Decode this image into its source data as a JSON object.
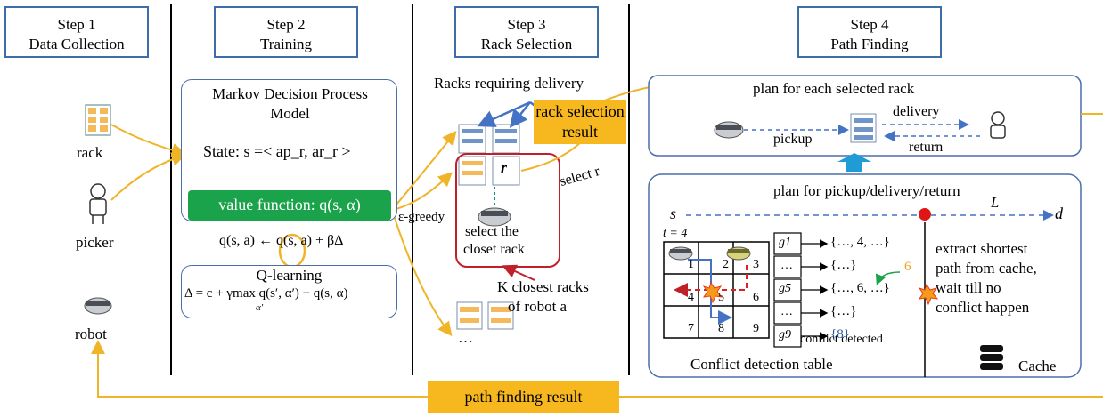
{
  "steps": [
    {
      "num": "Step 1",
      "name": "Data Collection"
    },
    {
      "num": "Step 2",
      "name": "Training"
    },
    {
      "num": "Step 3",
      "name": "Rack Selection"
    },
    {
      "num": "Step 4",
      "name": "Path  Finding"
    }
  ],
  "step1": {
    "rack": "rack",
    "picker": "picker",
    "robot": "robot"
  },
  "step2": {
    "mdp_title_1": "Markov Decision Process",
    "mdp_title_2": "Model",
    "state": "State: s =< ap_r, ar_r >",
    "value_function": "value function: q(s, α)",
    "update": "q(s, a) ← q(s, a) + βΔ",
    "qlearning_title": "Q-learning",
    "qlearning_formula": "Δ = c + γmax q(s′, α′) − q(s, α)",
    "qlearning_sub": "α′",
    "egreedy": "ε-greedy"
  },
  "step3": {
    "racks_requiring": "Racks requiring delivery",
    "rack_label": "r",
    "select_closest_1": "select the",
    "select_closest_2": "closet rack",
    "select_r": "select r",
    "k_closest_1": "K closest racks",
    "k_closest_2": "of robot a",
    "ellipsis": "…",
    "selection_result_1": "rack selection",
    "selection_result_2": "result"
  },
  "step4": {
    "plan_each": "plan for each selected rack",
    "delivery": "delivery",
    "pickup": "pickup",
    "return": "return",
    "plan_pdr": "plan for pickup/delivery/return",
    "s": "s",
    "L": "L",
    "d": "d",
    "t": "t = 4",
    "grid_cells": [
      "1",
      "2",
      "3",
      "4",
      "5",
      "6",
      "7",
      "8",
      "9"
    ],
    "table_keys": [
      "g1",
      "…",
      "g5",
      "…",
      "g9"
    ],
    "table_values": [
      "{…, 4, …}",
      "{…}",
      "{…, 6, …}",
      "{…}",
      "{8}"
    ],
    "six": "6",
    "conflict_detected": "conflict detected",
    "conflict_table": "Conflict detection table",
    "extract": [
      "extract shortest",
      "path from cache,",
      "wait till no",
      "conflict happen"
    ],
    "cache": "Cache"
  },
  "path_result": "path finding result",
  "colors": {
    "arrow": "#f0b429",
    "blue": "#4472c4",
    "green": "#1aa34a",
    "orange": "#f7b81f",
    "red": "#c0202a"
  }
}
